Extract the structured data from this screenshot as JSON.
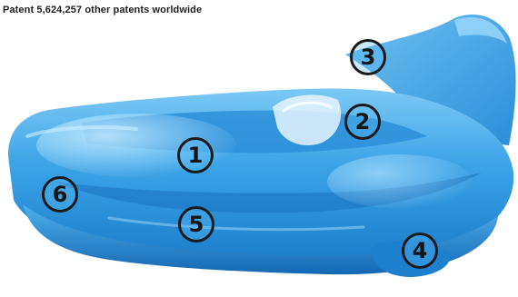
{
  "caption": "Patent 5,624,257 other patents worldwide",
  "image": {
    "subject": "mouthguard-photo",
    "colors": {
      "base": "#3aa3e6",
      "light": "#8fd4fb",
      "deep": "#1676c4",
      "tab": "#e6f4fd"
    }
  },
  "callouts": [
    {
      "id": "1",
      "label": "1"
    },
    {
      "id": "2",
      "label": "2"
    },
    {
      "id": "3",
      "label": "3"
    },
    {
      "id": "4",
      "label": "4"
    },
    {
      "id": "5",
      "label": "5"
    },
    {
      "id": "6",
      "label": "6"
    }
  ]
}
